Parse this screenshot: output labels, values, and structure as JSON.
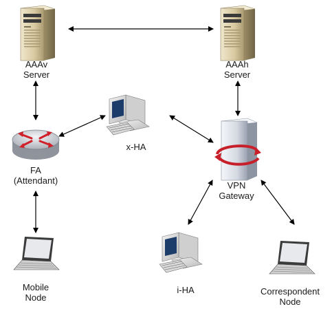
{
  "nodes": {
    "aaav": {
      "name": "AAAv\nServer"
    },
    "aaah": {
      "name": "AAAh\nServer"
    },
    "fa": {
      "name": "FA\n(Attendant)"
    },
    "xha": {
      "name": "x-HA"
    },
    "vpn": {
      "name": "VPN\nGateway"
    },
    "mobile": {
      "name": "Mobile\nNode"
    },
    "iha": {
      "name": "i-HA"
    },
    "correspondent": {
      "name": "Correspondent\nNode"
    }
  },
  "colors": {
    "server_body": "#d8c9a0",
    "router": "#c9ccd2",
    "router_arrows": "#d0202a",
    "gateway": "#dfe3ea",
    "gateway_swoosh": "#c8202a",
    "screen": "#1c3d6a",
    "links": "#000000"
  },
  "icons": {
    "aaav": "server-tower-icon",
    "aaah": "server-tower-icon",
    "fa": "router-icon",
    "xha": "desktop-computer-icon",
    "vpn": "vpn-gateway-icon",
    "mobile": "laptop-icon",
    "iha": "desktop-computer-icon",
    "correspondent": "laptop-icon"
  }
}
